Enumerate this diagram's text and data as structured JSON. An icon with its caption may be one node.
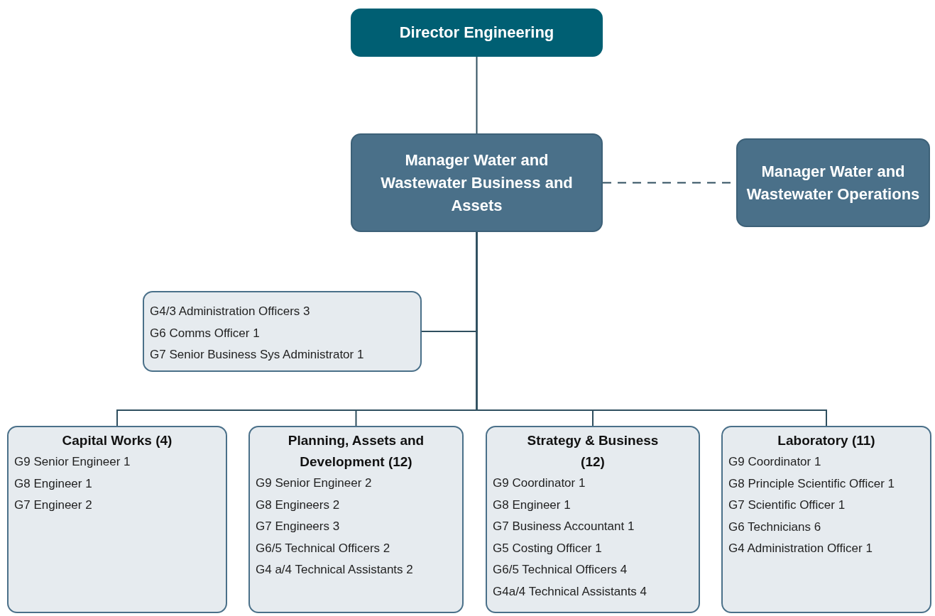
{
  "diagram": {
    "nodes": [
      {
        "text": [
          "Director Engineering"
        ]
      },
      {
        "text": [
          "Manager Water and Wastewater Business and Assets"
        ]
      },
      {
        "text": [
          "Manager Water and Wastewater Operations"
        ]
      },
      {
        "text": [
          "G4/3 Administration Officers 3",
          "G6 Comms Officer 1",
          "G7 Senior Business Sys Administrator 1"
        ]
      },
      {
        "text": [
          "Capital Works (4)",
          "G9 Senior Engineer 1",
          "G8 Engineer 1",
          "G7 Engineer 2"
        ]
      },
      {
        "text": [
          "Planning, Assets and Development (12)",
          "G9 Senior Engineer 2",
          "G8 Engineers 2",
          "G7 Engineers 3",
          "G6/5 Technical Officers 2",
          "G4 a/4 Technical Assistants 2"
        ]
      },
      {
        "text": [
          "Strategy & Business (12)",
          "G9 Coordinator 1",
          "G8 Engineer 1",
          "G7 Business Accountant 1",
          "G5 Costing Officer 1",
          "G6/5 Technical Officers 4",
          "G4a/4 Technical Assistants 4"
        ]
      },
      {
        "text": [
          "Laboratory (11)",
          "G9 Coordinator 1",
          "G8 Principle Scientific Officer 1",
          "G7 Scientific Officer 1",
          "G6 Technicians 6",
          "G4 Administration Officer 1"
        ]
      }
    ],
    "edges": [
      {
        "from": 0,
        "to": 1,
        "arrow": "none"
      },
      {
        "from": 1,
        "to": 2,
        "arrow": "none",
        "style": "dashed"
      },
      {
        "from": 1,
        "to": 3,
        "arrow": "none"
      },
      {
        "from": 1,
        "to": 4,
        "arrow": "none"
      },
      {
        "from": 1,
        "to": 5,
        "arrow": "none"
      },
      {
        "from": 1,
        "to": 6,
        "arrow": "none"
      },
      {
        "from": 1,
        "to": 7,
        "arrow": "none"
      }
    ]
  }
}
